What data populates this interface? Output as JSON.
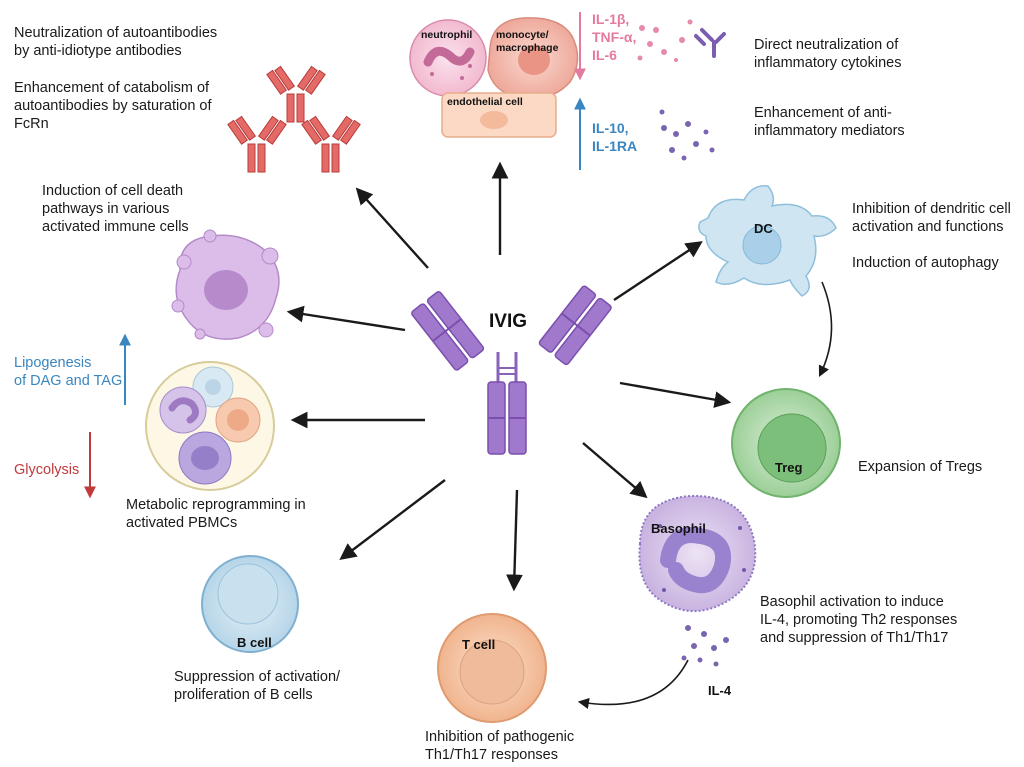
{
  "center": {
    "label": "IVIG"
  },
  "cells": {
    "neutrophil": "neutrophil",
    "monocyte": "monocyte/\nmacrophage",
    "endothelial": "endothelial cell",
    "dc": "DC",
    "treg": "Treg",
    "basophil": "Basophil",
    "tcell": "T cell",
    "bcell": "B cell"
  },
  "cytokines": {
    "inflammatory": "IL-1β,\nTNF-α,\nIL-6",
    "anti_inflammatory": "IL-10,\nIL-1RA",
    "il4": "IL-4"
  },
  "metabolism": {
    "lipogenesis": "Lipogenesis\nof DAG and TAG",
    "glycolysis": "Glycolysis"
  },
  "mechanisms": {
    "autoantibody_neutralization": "Neutralization of autoantibodies\nby anti-idiotype antibodies",
    "fcrn": "Enhancement of catabolism of\nautoantibodies  by saturation of\nFcRn",
    "cell_death": "Induction of cell death\npathways in various\nactivated immune cells",
    "metabolic": "Metabolic reprogramming in\nactivated PBMCs",
    "b_cell": "Suppression of activation/\nproliferation of B cells",
    "t_cell": "Inhibition of pathogenic\nTh1/Th17 responses",
    "basophil": "Basophil activation to induce\nIL-4, promoting Th2 responses\nand suppression of Th1/Th17",
    "treg": "Expansion of Tregs",
    "dc": "Inhibition of dendritic cell\nactivation and functions",
    "autophagy": "Induction of autophagy",
    "cytokine_neutralization": "Direct neutralization of\ninflammatory cytokines",
    "anti_inflammatory": "Enhancement of anti-\ninflammatory mediators"
  },
  "colors": {
    "ivig": "#9b6fc6",
    "ivig_dark": "#7a4fae",
    "antibody_red": "#d9534f",
    "arrow": "#1a1a1a",
    "up_blue": "#3a86c0",
    "down_red": "#c0393b",
    "pink_arrow": "#e47aa0"
  }
}
